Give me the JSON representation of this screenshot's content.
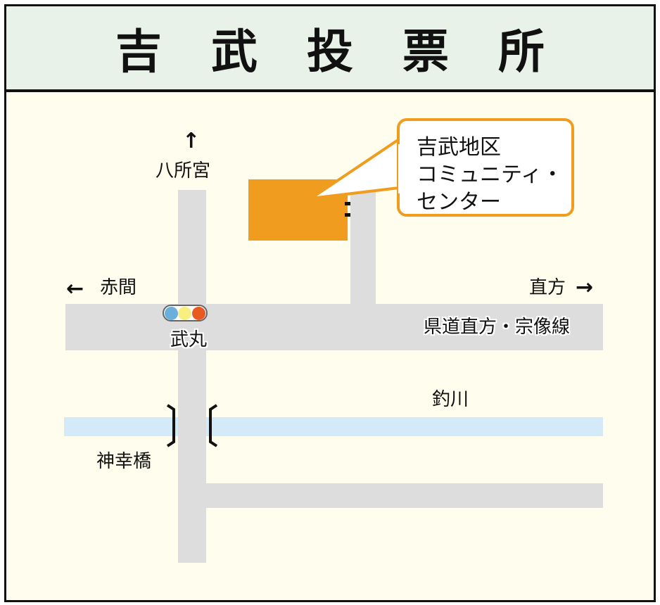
{
  "header": {
    "title": "吉武投票所"
  },
  "map": {
    "colors": {
      "background": "#fffdee",
      "header_bg": "#e8f2e8",
      "road": "#dcdddc",
      "river": "#d4eaf8",
      "building": "#f09c1f",
      "callout_border": "#f09c1f"
    },
    "callout": {
      "text": "吉武地区\nコミュニティ・\nセンター"
    },
    "directions": {
      "north": {
        "arrow": "↑",
        "label": "八所宮"
      },
      "west": {
        "arrow": "←",
        "label": "赤間"
      },
      "east": {
        "arrow": "→",
        "label": "直方"
      }
    },
    "roads": {
      "main_road_label": "県道直方・宗像線"
    },
    "intersection": {
      "label": "武丸",
      "signal_colors": [
        "#6aaedc",
        "#f8ef80",
        "#e85a20"
      ]
    },
    "river": {
      "label": "釣川"
    },
    "bridge": {
      "label": "神幸橋"
    }
  }
}
